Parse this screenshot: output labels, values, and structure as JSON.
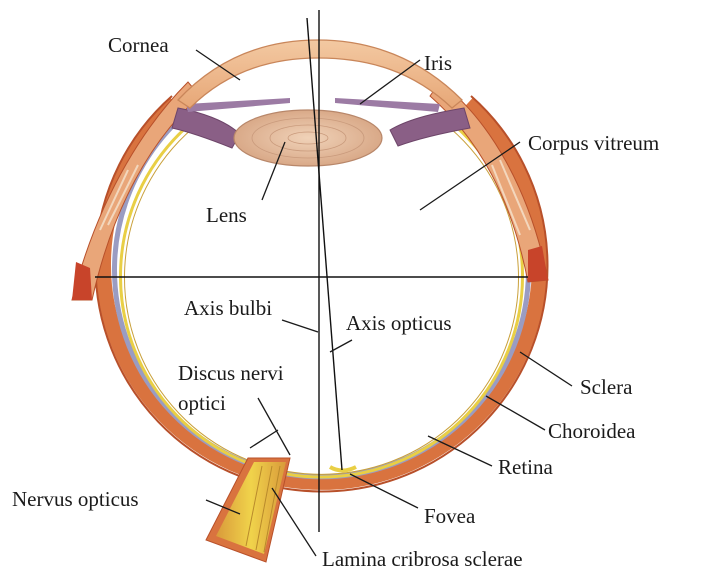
{
  "diagram": {
    "labels": {
      "cornea": "Cornea",
      "iris": "Iris",
      "corpus_vitreum": "Corpus vitreum",
      "lens": "Lens",
      "axis_bulbi": "Axis bulbi",
      "axis_opticus": "Axis opticus",
      "discus_line1": "Discus nervi",
      "discus_line2": "optici",
      "sclera": "Sclera",
      "choroidea": "Choroidea",
      "retina": "Retina",
      "nervus_opticus": "Nervus opticus",
      "fovea": "Fovea",
      "lamina": "Lamina cribrosa sclerae"
    },
    "colors": {
      "sclera": "#d9733f",
      "sclera_dark": "#b8502a",
      "choroid": "#9a9cc2",
      "retina": "#e9cf45",
      "cornea": "#efb88e",
      "lens": "#e5bfa0",
      "nerve": "#e6c640",
      "ciliary": "#8a5f86"
    }
  }
}
